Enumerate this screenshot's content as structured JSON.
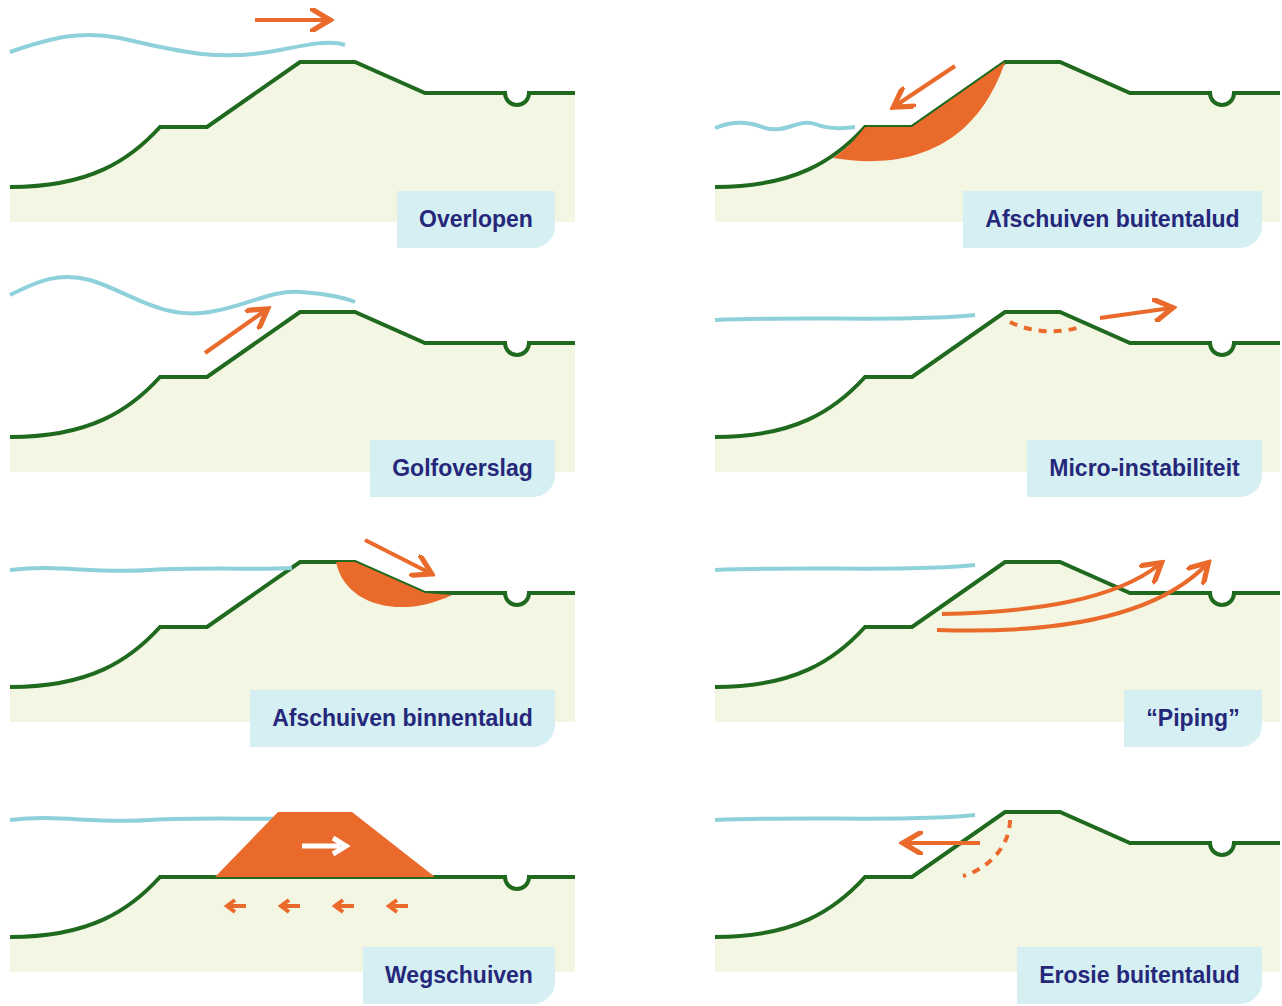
{
  "diagram": {
    "nodes": [
      {
        "text": [
          "Overlopen"
        ]
      },
      {
        "text": [
          "Afschuiven buitentalud"
        ]
      },
      {
        "text": [
          "Golfoverslag"
        ]
      },
      {
        "text": [
          "Micro-instabiliteit"
        ]
      },
      {
        "text": [
          "Afschuiven binnentalud"
        ]
      },
      {
        "text": [
          "“Piping”"
        ]
      },
      {
        "text": [
          "Wegschuiven"
        ]
      },
      {
        "text": [
          "Erosie buitentalud"
        ]
      }
    ]
  }
}
